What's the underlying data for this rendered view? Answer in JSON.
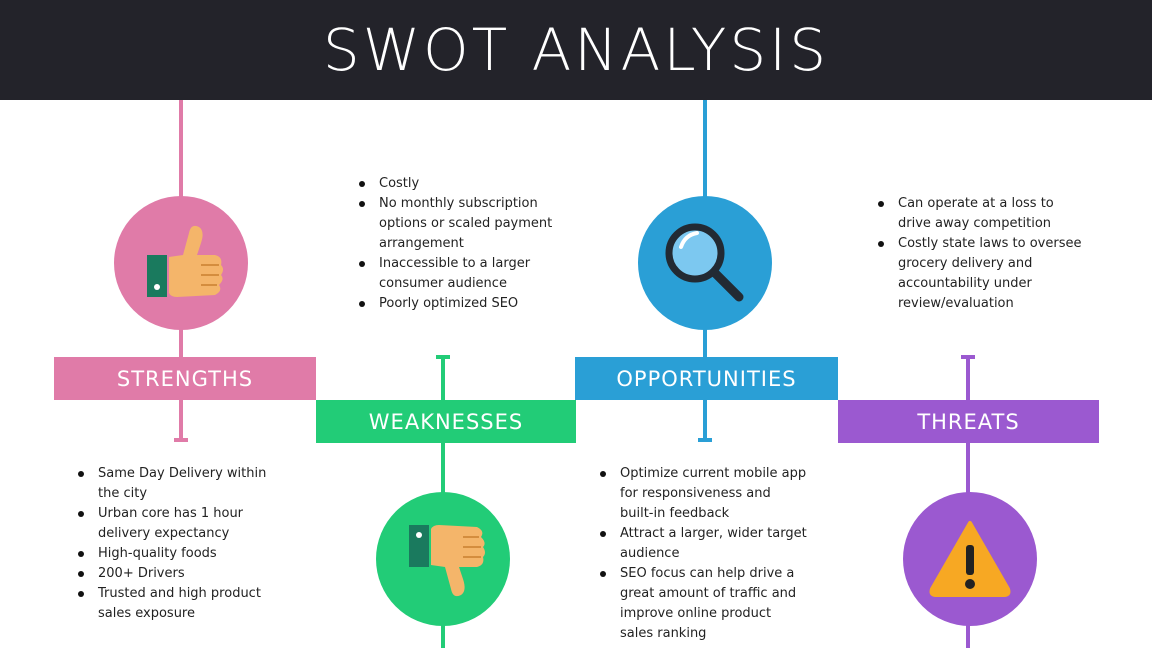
{
  "title": "SWOT ANALYSIS",
  "colors": {
    "header_bg": "#23232a",
    "strengths": "#e07ba8",
    "weaknesses": "#22cc77",
    "opportunities": "#2a9fd6",
    "threats": "#9b59d0"
  },
  "strengths": {
    "label": "STRENGTHS",
    "icon": "thumbs-up-icon",
    "items": [
      "Same Day Delivery within the city",
      "Urban core has 1 hour delivery expectancy",
      "High-quality foods",
      "200+ Drivers",
      "Trusted and high product sales exposure"
    ]
  },
  "weaknesses": {
    "label": "WEAKNESSES",
    "icon": "thumbs-down-icon",
    "items": [
      "Costly",
      "No monthly subscription options or scaled payment arrangement",
      "Inaccessible to a larger consumer audience",
      "Poorly optimized SEO"
    ]
  },
  "opportunities": {
    "label": "OPPORTUNITIES",
    "icon": "magnifying-glass-icon",
    "items": [
      "Optimize current mobile app for responsiveness and built-in feedback",
      "Attract a larger, wider target audience",
      "SEO focus can help drive a great amount of traffic and improve online product sales ranking"
    ]
  },
  "threats": {
    "label": "THREATS",
    "icon": "warning-triangle-icon",
    "items": [
      "Can operate at a loss to drive away competition",
      "Costly state laws to oversee grocery delivery and accountability under review/evaluation"
    ]
  }
}
